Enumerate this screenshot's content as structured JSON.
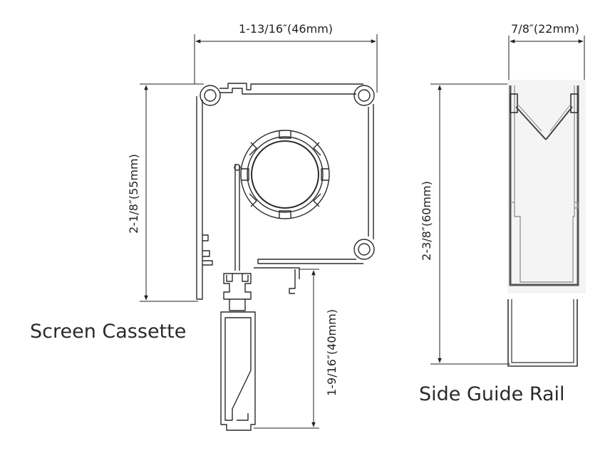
{
  "cassette": {
    "width_label": "1-13/16″(46mm)",
    "height_label": "2-1/8″(55mm)",
    "bottom_bar_label": "1-9/16″(40mm)",
    "caption": "Screen Cassette"
  },
  "rail": {
    "width_label": "7/8″(22mm)",
    "height_label": "2-3/8″(60mm)",
    "caption": "Side Guide Rail"
  }
}
